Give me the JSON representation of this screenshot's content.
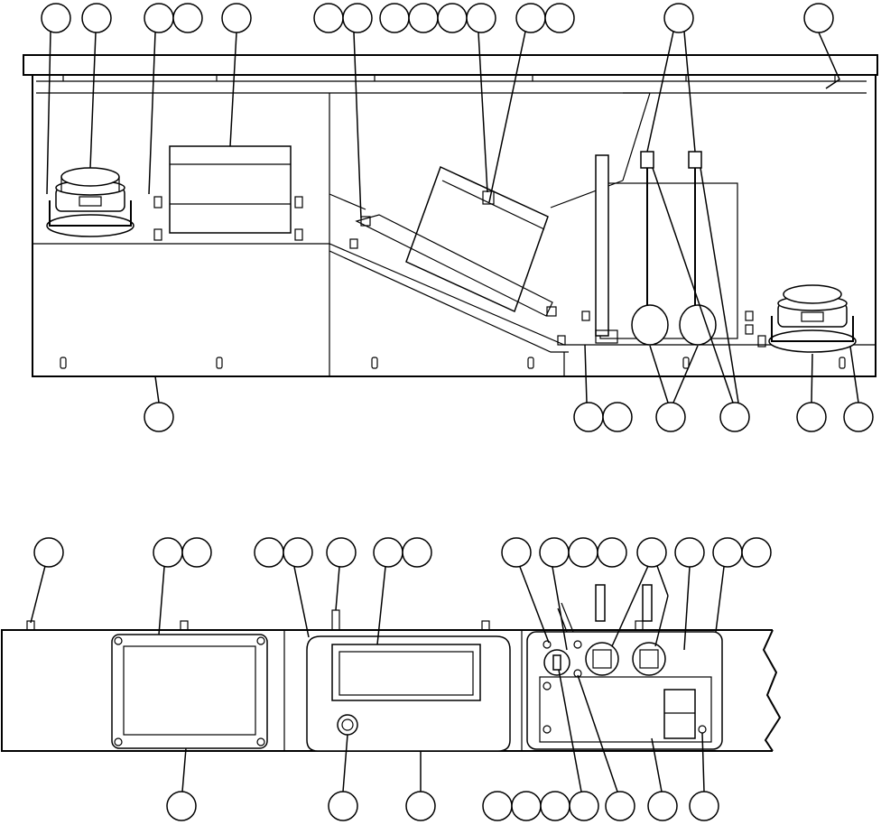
{
  "figure": {
    "kind": "technical parts drawing",
    "views": [
      "top-view",
      "front-panel-view"
    ],
    "callout_text": []
  }
}
